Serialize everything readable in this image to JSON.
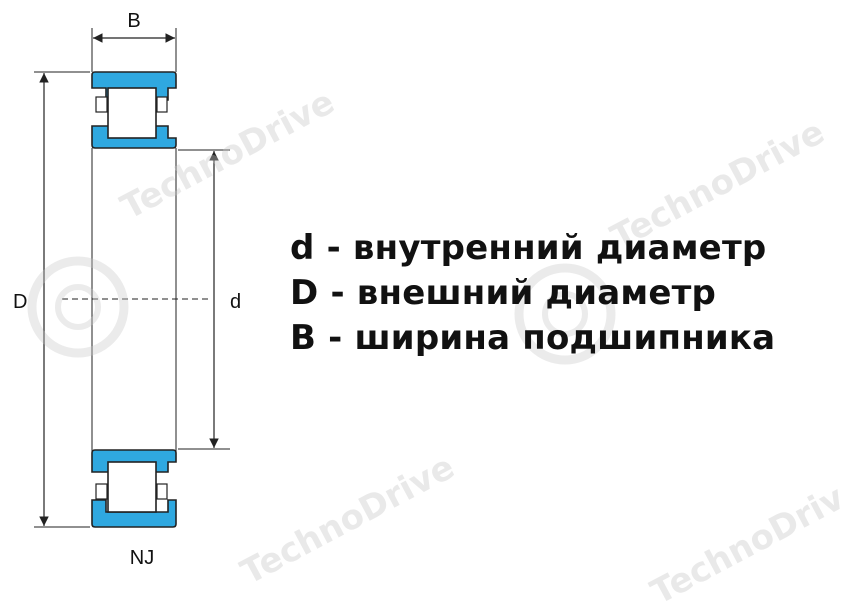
{
  "diagram": {
    "labels": {
      "width": "B",
      "outer": "D",
      "inner": "d",
      "type": "NJ"
    },
    "legend": [
      "d - внутренний диаметр",
      "D - внешний диаметр",
      "B - ширина подшипника"
    ],
    "watermark": "TechnoDrive",
    "colors": {
      "ring_fill": "#2fa8e0",
      "ring_stroke": "#222222",
      "roller_fill": "#ffffff",
      "dim_line": "#222222",
      "text": "#111111"
    }
  }
}
